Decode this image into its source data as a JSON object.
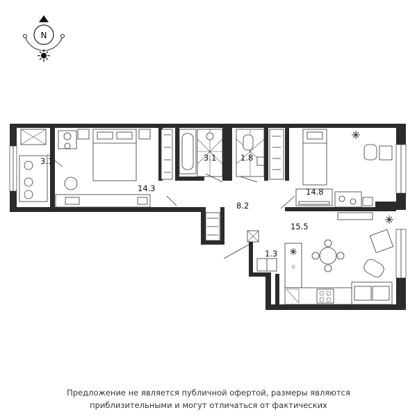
{
  "compass": {
    "label": "N"
  },
  "rooms": [
    {
      "id": "balcony",
      "area": "3.1"
    },
    {
      "id": "bedroom",
      "area": "14.3"
    },
    {
      "id": "bathroom",
      "area": "3.1"
    },
    {
      "id": "wc",
      "area": "1.8"
    },
    {
      "id": "hall",
      "area": "8.2"
    },
    {
      "id": "bedroom-2",
      "area": "14.8"
    },
    {
      "id": "kitchen-living",
      "area": "15.5"
    },
    {
      "id": "storage",
      "area": "1.3"
    }
  ],
  "disclaimer": {
    "line1": "Предложение не является публичной офертой, размеры являются",
    "line2": "приблизительными и могут отличаться от фактических"
  }
}
